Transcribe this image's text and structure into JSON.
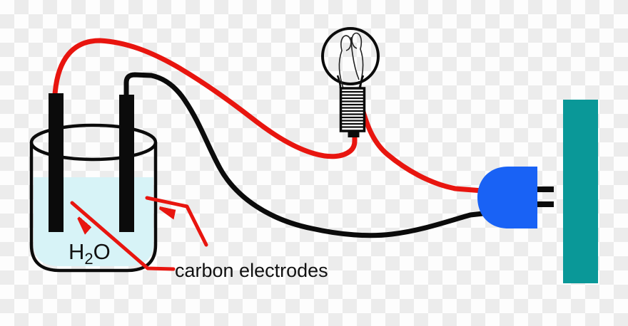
{
  "colors": {
    "wire_red": "#e8150f",
    "line_black": "#0b0b0b",
    "water": "#d7f3f7",
    "plug_blue": "#1962f5",
    "wall_teal": "#0a9898",
    "bulb_base_white": "#ffffff",
    "checker_gray": "#ececec",
    "checker_white": "#fdfdfd",
    "text": "#111111"
  },
  "labels": {
    "solution": {
      "prefix": "H",
      "subscript": "2",
      "suffix": "O"
    },
    "electrodes_caption": "carbon electrodes"
  }
}
